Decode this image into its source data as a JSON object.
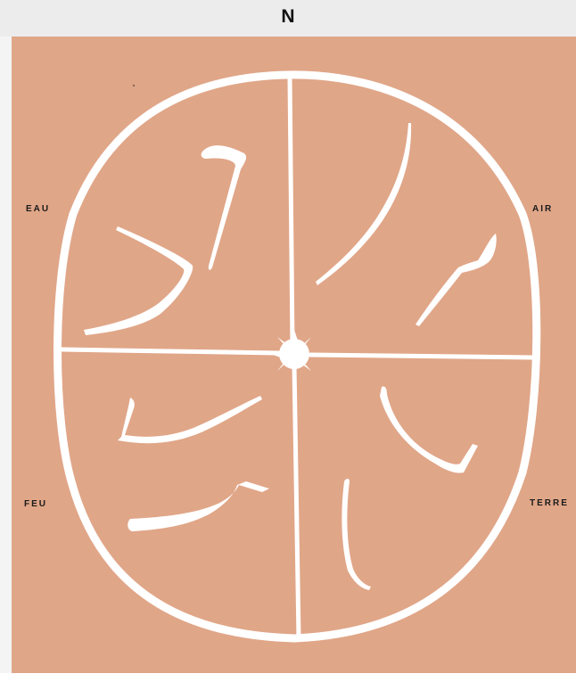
{
  "header": {
    "north": "N"
  },
  "quadrants": {
    "top_left": {
      "label": "EAU"
    },
    "top_right": {
      "label": "AIR"
    },
    "bottom_left": {
      "label": "FEU"
    },
    "bottom_right": {
      "label": "TERRE"
    }
  },
  "colors": {
    "background": "#e0a688",
    "strokes": "#ffffff",
    "header_bar": "#ececec"
  }
}
